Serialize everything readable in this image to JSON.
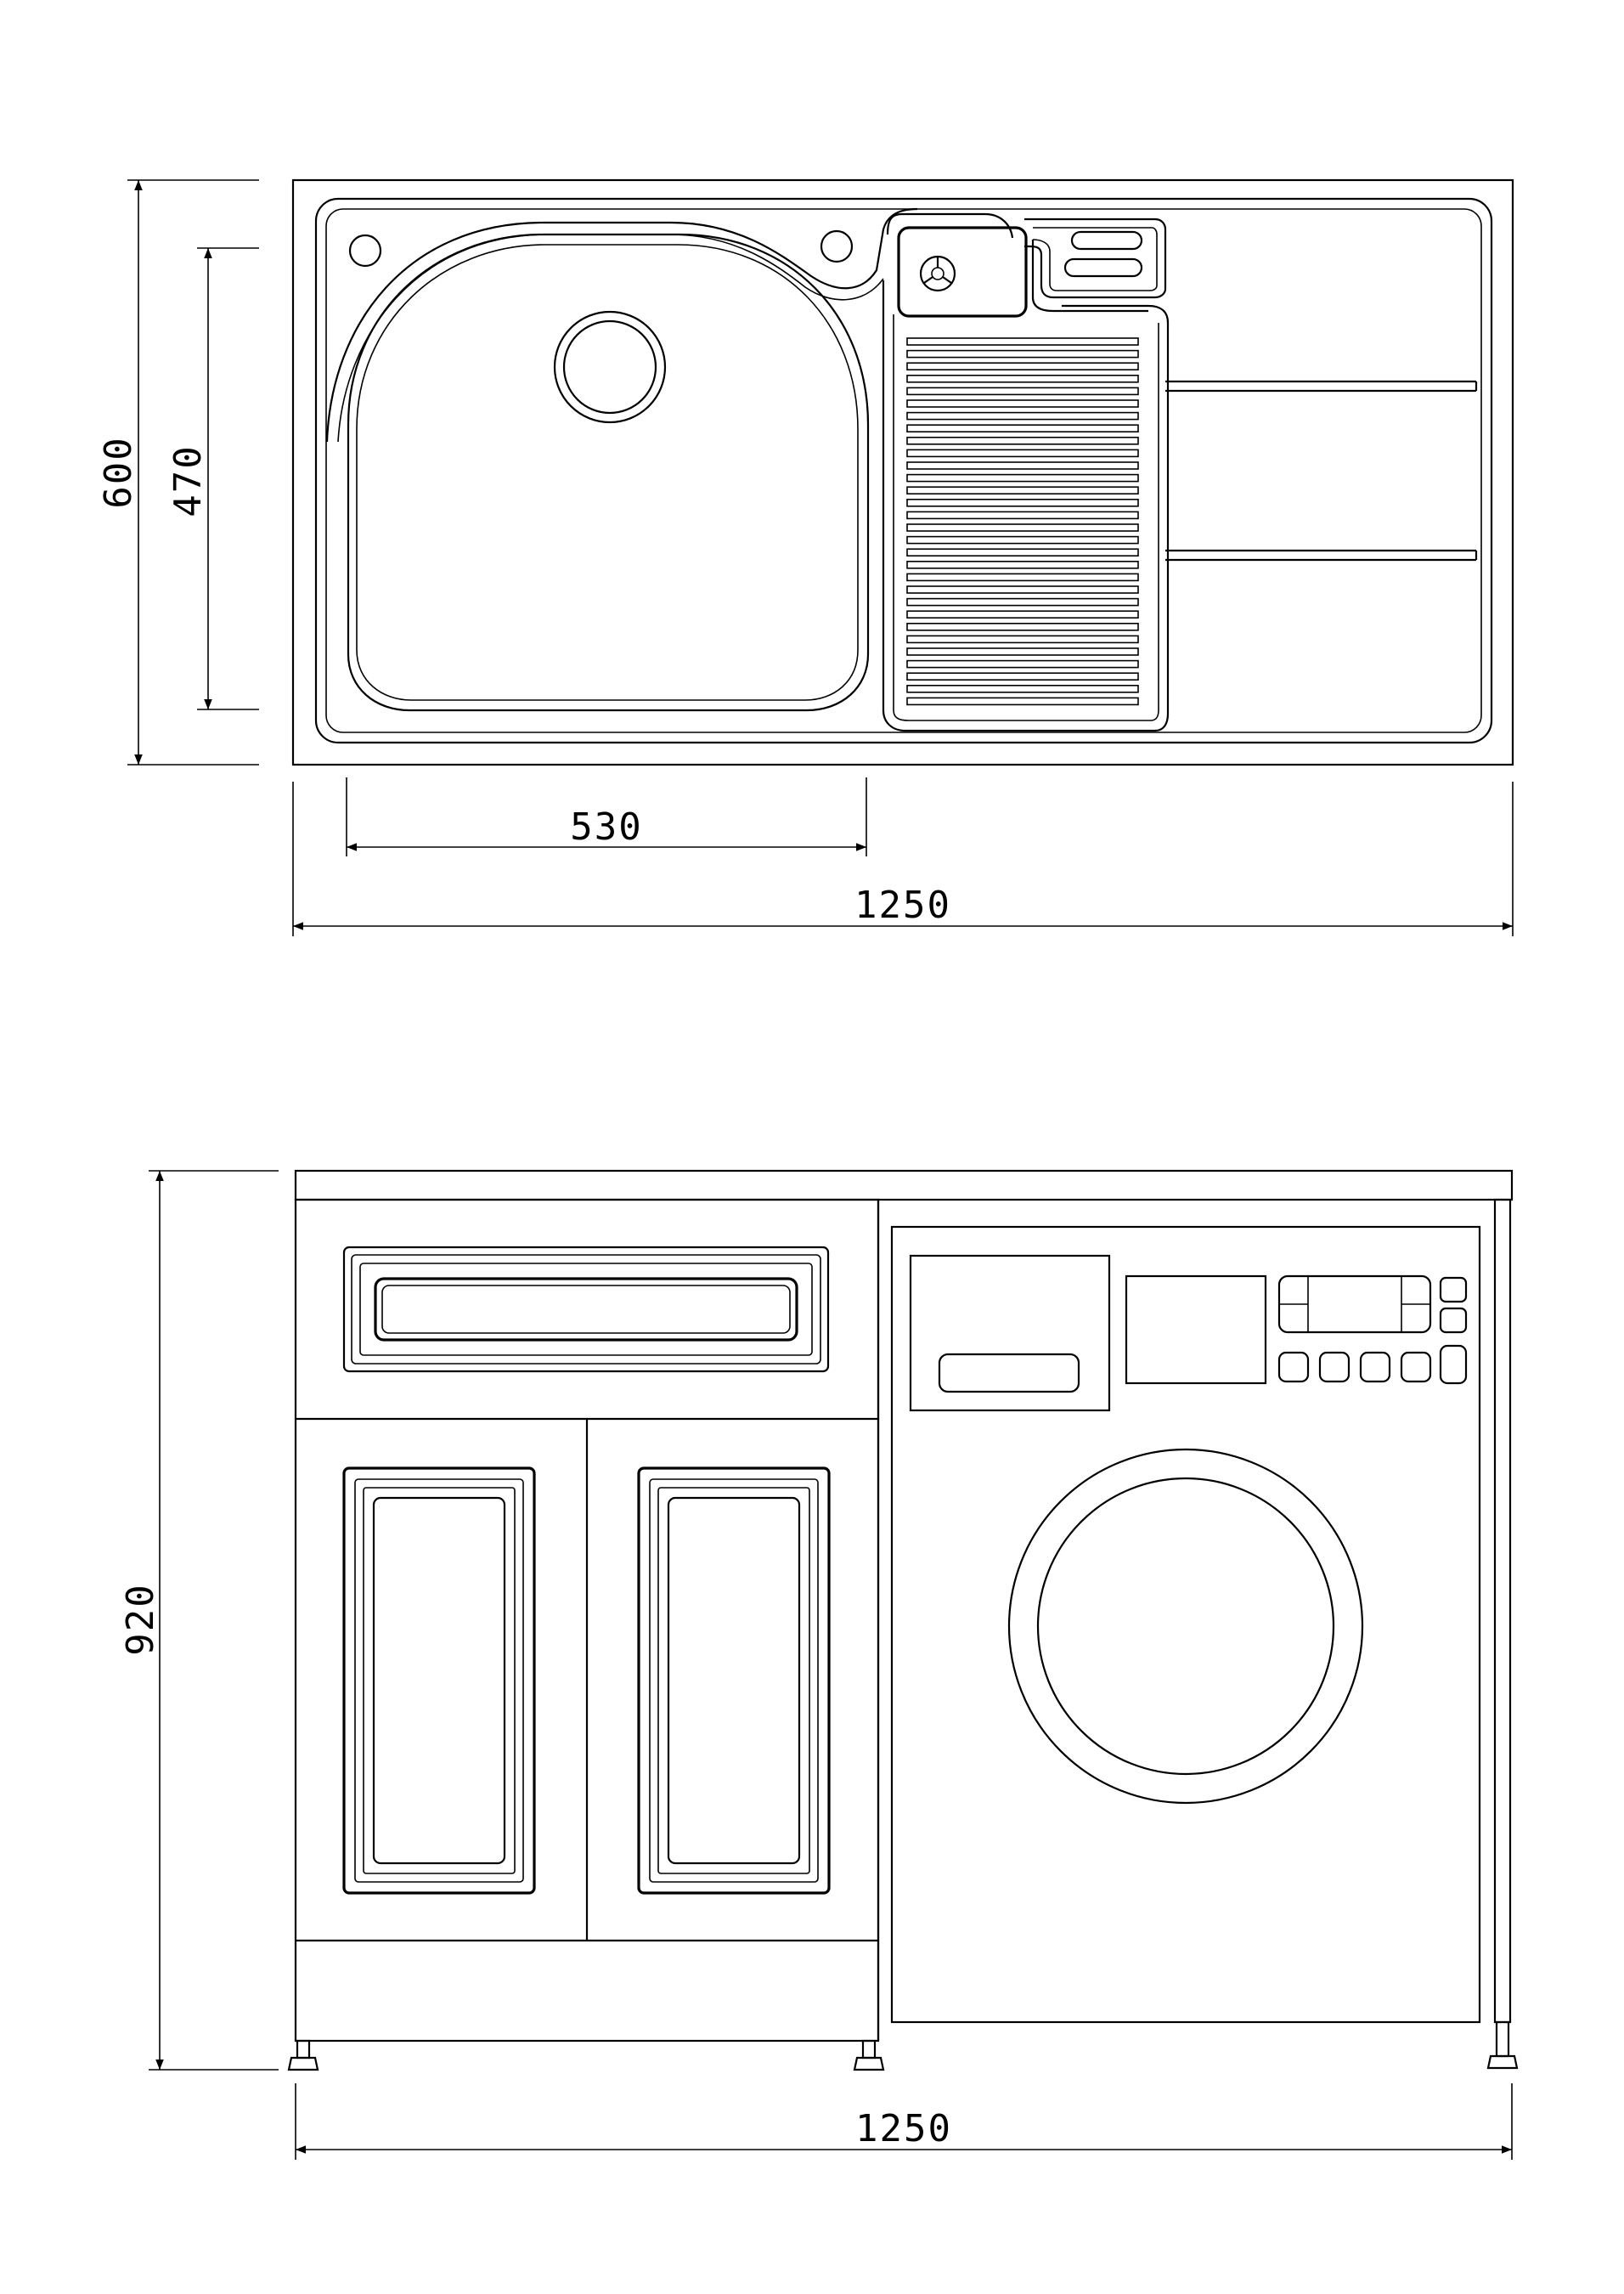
{
  "top_view": {
    "dim_width": "1250",
    "dim_basin_width": "530",
    "dim_depth": "600",
    "dim_basin_depth": "470"
  },
  "front_view": {
    "dim_width": "1250",
    "dim_height": "920"
  }
}
